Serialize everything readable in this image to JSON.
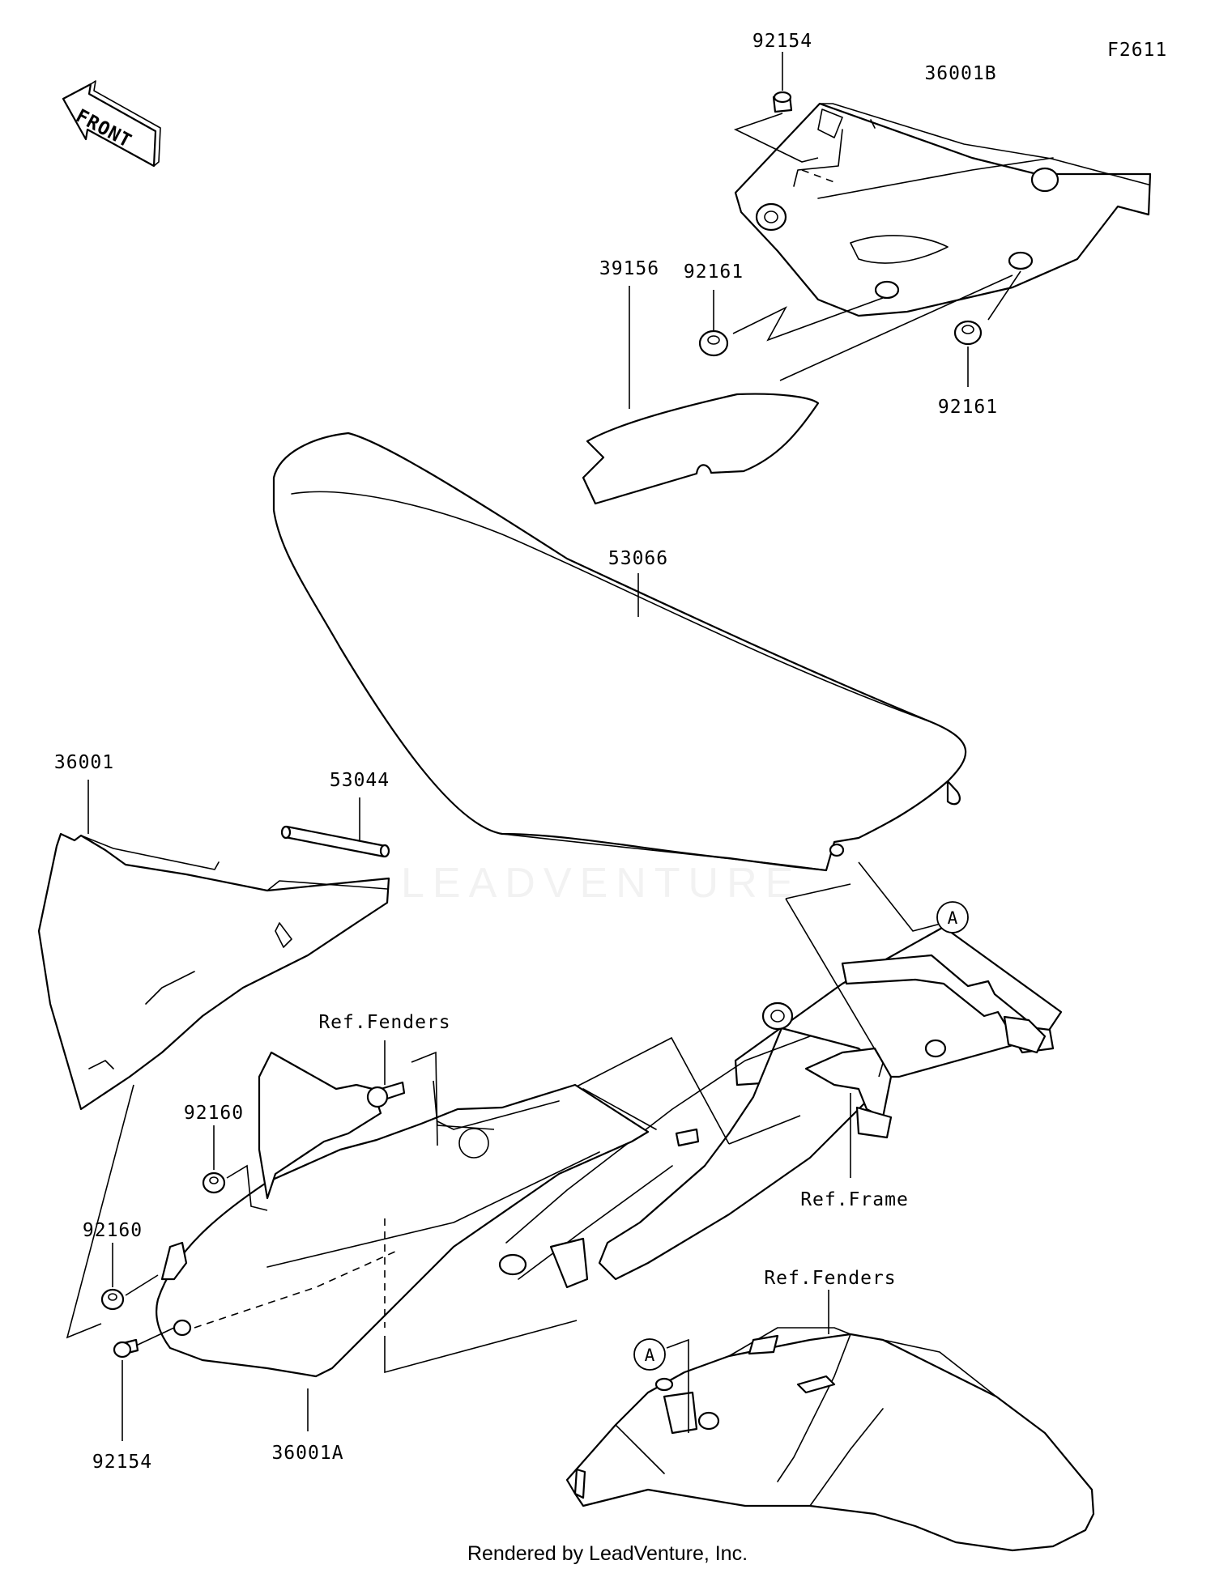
{
  "diagram_id": "F2611",
  "front_label": "FRONT",
  "parts": {
    "p_92154_top": "92154",
    "p_36001B": "36001B",
    "p_92161_left": "92161",
    "p_92161_right": "92161",
    "p_39156": "39156",
    "p_53066": "53066",
    "p_36001": "36001",
    "p_53044": "53044",
    "p_ref_fenders_top": "Ref.Fenders",
    "p_92160_top": "92160",
    "p_92160_bottom": "92160",
    "p_92154_bottom": "92154",
    "p_36001A": "36001A",
    "p_ref_frame": "Ref.Frame",
    "p_ref_fenders_bottom": "Ref.Fenders"
  },
  "callouts": {
    "a_upper": "A",
    "a_lower": "A"
  },
  "watermark": "LEADVENTURE",
  "footer": "Rendered by LeadVenture, Inc."
}
